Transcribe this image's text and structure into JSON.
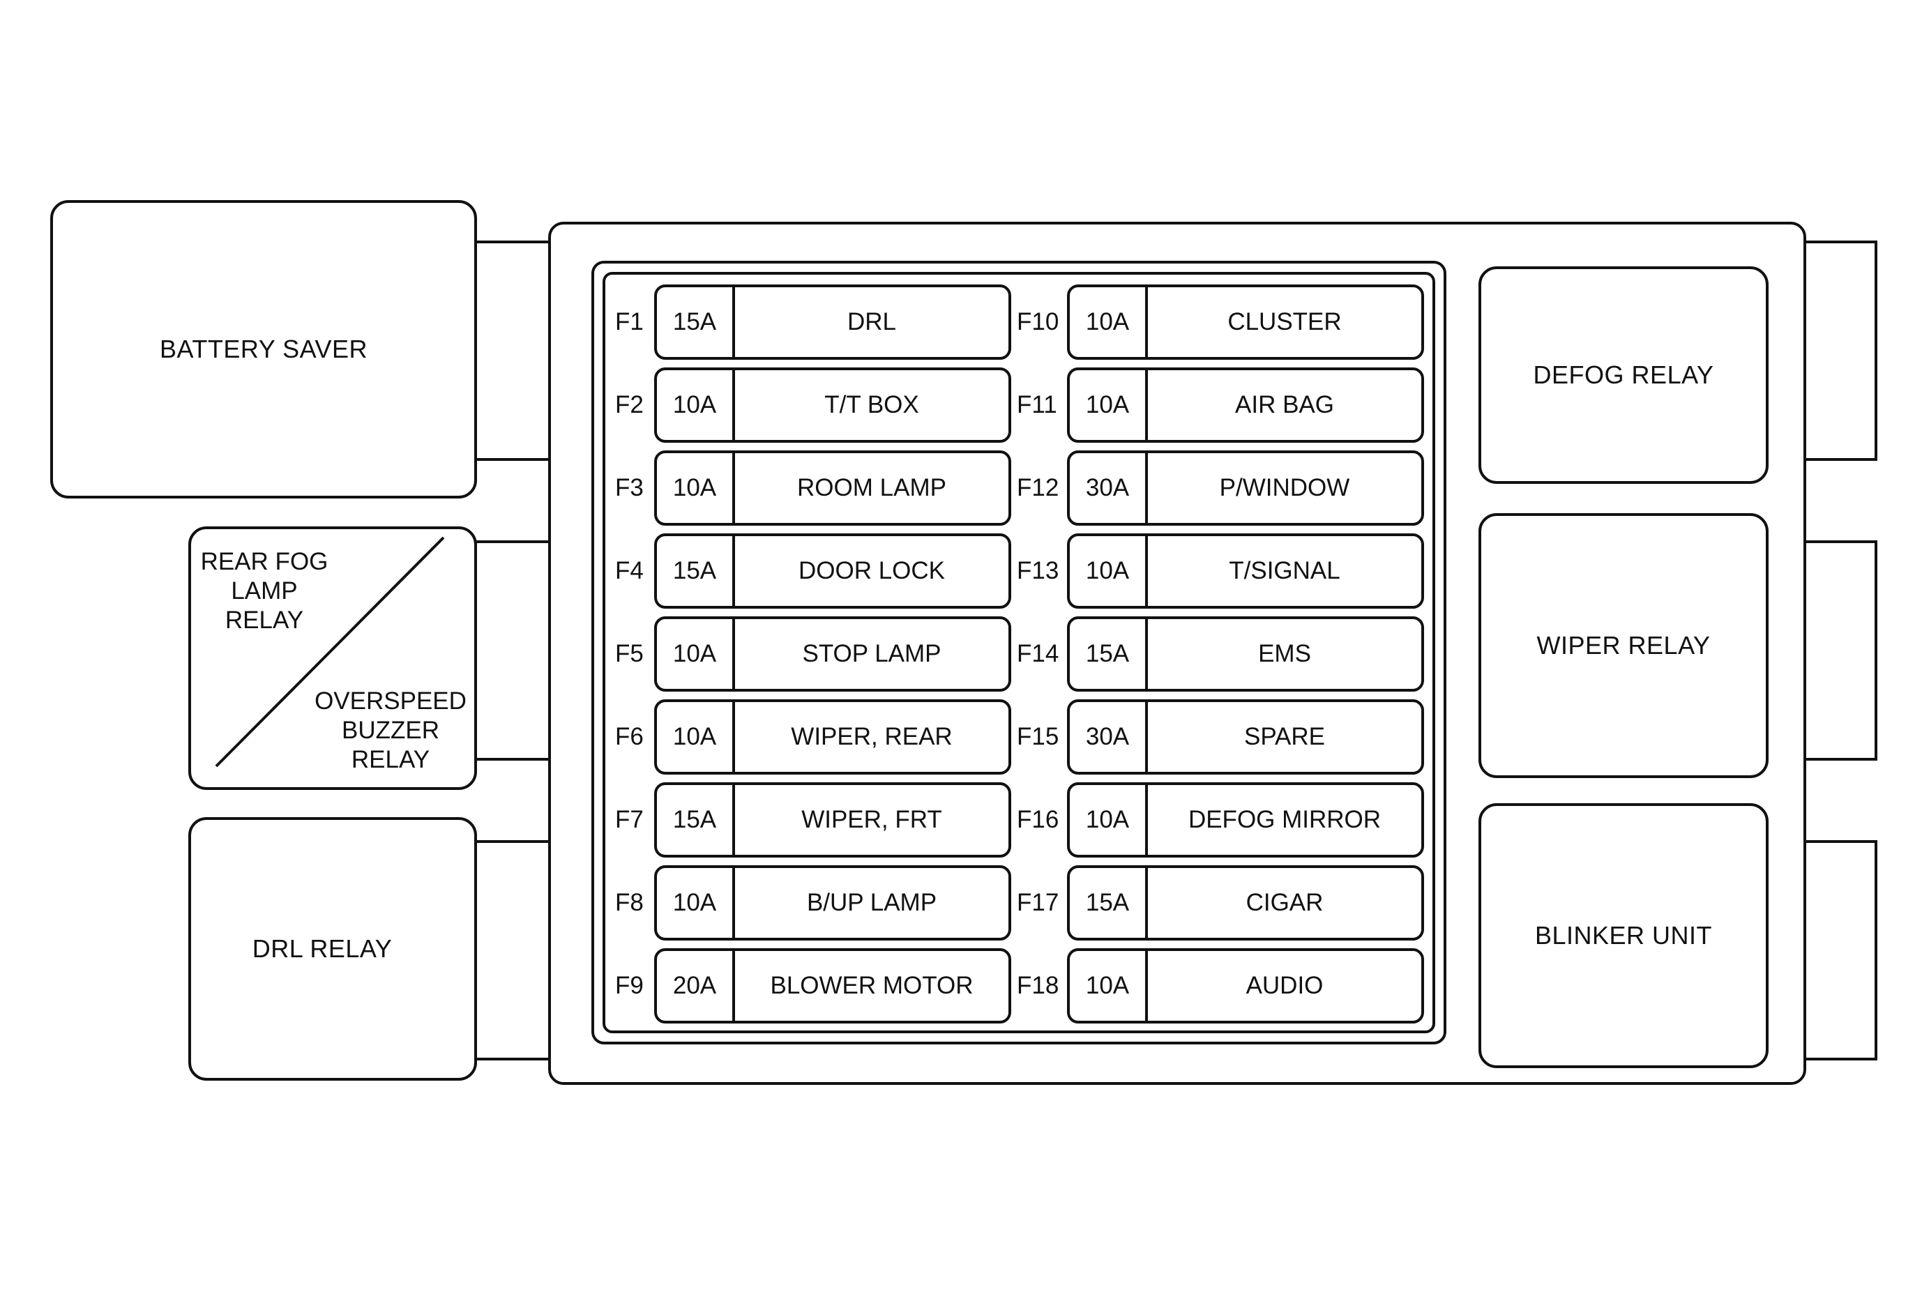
{
  "left_relays": {
    "battery_saver": "BATTERY SAVER",
    "rear_fog": [
      "REAR FOG",
      "LAMP",
      "RELAY"
    ],
    "overspeed": [
      "OVERSPEED",
      "BUZZER",
      "RELAY"
    ],
    "drl_relay": "DRL RELAY"
  },
  "right_relays": {
    "defog_relay": "DEFOG RELAY",
    "wiper_relay": "WIPER RELAY",
    "blinker_unit": "BLINKER UNIT"
  },
  "fuses_left": [
    {
      "id": "F1",
      "amp": "15A",
      "circuit": "DRL"
    },
    {
      "id": "F2",
      "amp": "10A",
      "circuit": "T/T BOX"
    },
    {
      "id": "F3",
      "amp": "10A",
      "circuit": "ROOM LAMP"
    },
    {
      "id": "F4",
      "amp": "15A",
      "circuit": "DOOR LOCK"
    },
    {
      "id": "F5",
      "amp": "10A",
      "circuit": "STOP LAMP"
    },
    {
      "id": "F6",
      "amp": "10A",
      "circuit": "WIPER, REAR"
    },
    {
      "id": "F7",
      "amp": "15A",
      "circuit": "WIPER, FRT"
    },
    {
      "id": "F8",
      "amp": "10A",
      "circuit": "B/UP LAMP"
    },
    {
      "id": "F9",
      "amp": "20A",
      "circuit": "BLOWER MOTOR"
    }
  ],
  "fuses_right": [
    {
      "id": "F10",
      "amp": "10A",
      "circuit": "CLUSTER"
    },
    {
      "id": "F11",
      "amp": "10A",
      "circuit": "AIR BAG"
    },
    {
      "id": "F12",
      "amp": "30A",
      "circuit": "P/WINDOW"
    },
    {
      "id": "F13",
      "amp": "10A",
      "circuit": "T/SIGNAL"
    },
    {
      "id": "F14",
      "amp": "15A",
      "circuit": "EMS"
    },
    {
      "id": "F15",
      "amp": "30A",
      "circuit": "SPARE"
    },
    {
      "id": "F16",
      "amp": "10A",
      "circuit": "DEFOG MIRROR"
    },
    {
      "id": "F17",
      "amp": "15A",
      "circuit": "CIGAR"
    },
    {
      "id": "F18",
      "amp": "10A",
      "circuit": "AUDIO"
    }
  ]
}
